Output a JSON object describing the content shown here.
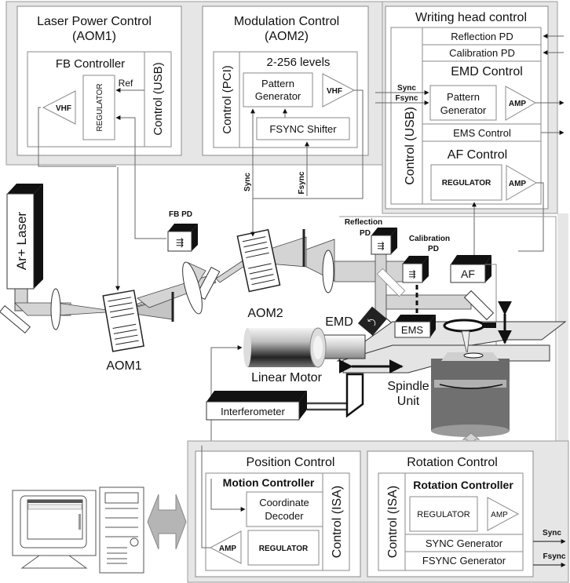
{
  "laser_power_control": {
    "title_line1": "Laser Power Control",
    "title_line2": "(AOM1)",
    "fb_controller": "FB Controller",
    "regulator": "REGULATOR",
    "ref": "Ref",
    "vhf": "VHF",
    "control": "Control (USB)"
  },
  "modulation_control": {
    "title_line1": "Modulation Control",
    "title_line2": "(AOM2)",
    "levels": "2-256 levels",
    "pattern_line1": "Pattern",
    "pattern_line2": "Generator",
    "vhf": "VHF",
    "fsync_shifter": "FSYNC Shifter",
    "control": "Control (PCI)"
  },
  "writing_head_control": {
    "title": "Writing head control",
    "reflection_pd": "Reflection PD",
    "calibration_pd": "Calibration PD",
    "emd_control": "EMD Control",
    "sync": "Sync",
    "fsync": "Fsync",
    "pattern_line1": "Pattern",
    "pattern_line2": "Generator",
    "amp": "AMP",
    "ems_control": "EMS Control",
    "af_control": "AF Control",
    "regulator": "REGULATOR",
    "amp2": "AMP",
    "control": "Control (USB)"
  },
  "optics": {
    "laser": "Ar+ Laser",
    "aom1": "AOM1",
    "aom2": "AOM2",
    "fb_pd": "FB PD",
    "reflection_pd_line1": "Reflection",
    "reflection_pd_line2": "PD",
    "calibration_pd_line1": "Calibration",
    "calibration_pd_line2": "PD",
    "af": "AF",
    "emd": "EMD",
    "ems": "EMS",
    "linear_motor": "Linear Motor",
    "spindle_line1": "Spindle",
    "spindle_line2": "Unit",
    "interferometer": "Interferometer",
    "sync_vertical": "Sync",
    "fsync_vertical": "Fsync"
  },
  "position_control": {
    "title": "Position Control",
    "motion_controller": "Motion Controller",
    "coord_line1": "Coordinate",
    "coord_line2": "Decoder",
    "amp": "AMP",
    "regulator": "REGULATOR",
    "control": "Control (ISA)"
  },
  "rotation_control": {
    "title": "Rotation Control",
    "rotation_controller": "Rotation Controller",
    "regulator": "REGULATOR",
    "amp": "AMP",
    "sync_generator": "SYNC Generator",
    "fsync_generator": "FSYNC Generator",
    "control": "Control (ISA)",
    "sync_out": "Sync",
    "fsync_out": "Fsync"
  },
  "colors": {
    "panel_bg": "#e6e6e6",
    "box_stroke": "#8a8a8a",
    "beam": "#d4d4d4",
    "spindle": "#707070"
  }
}
